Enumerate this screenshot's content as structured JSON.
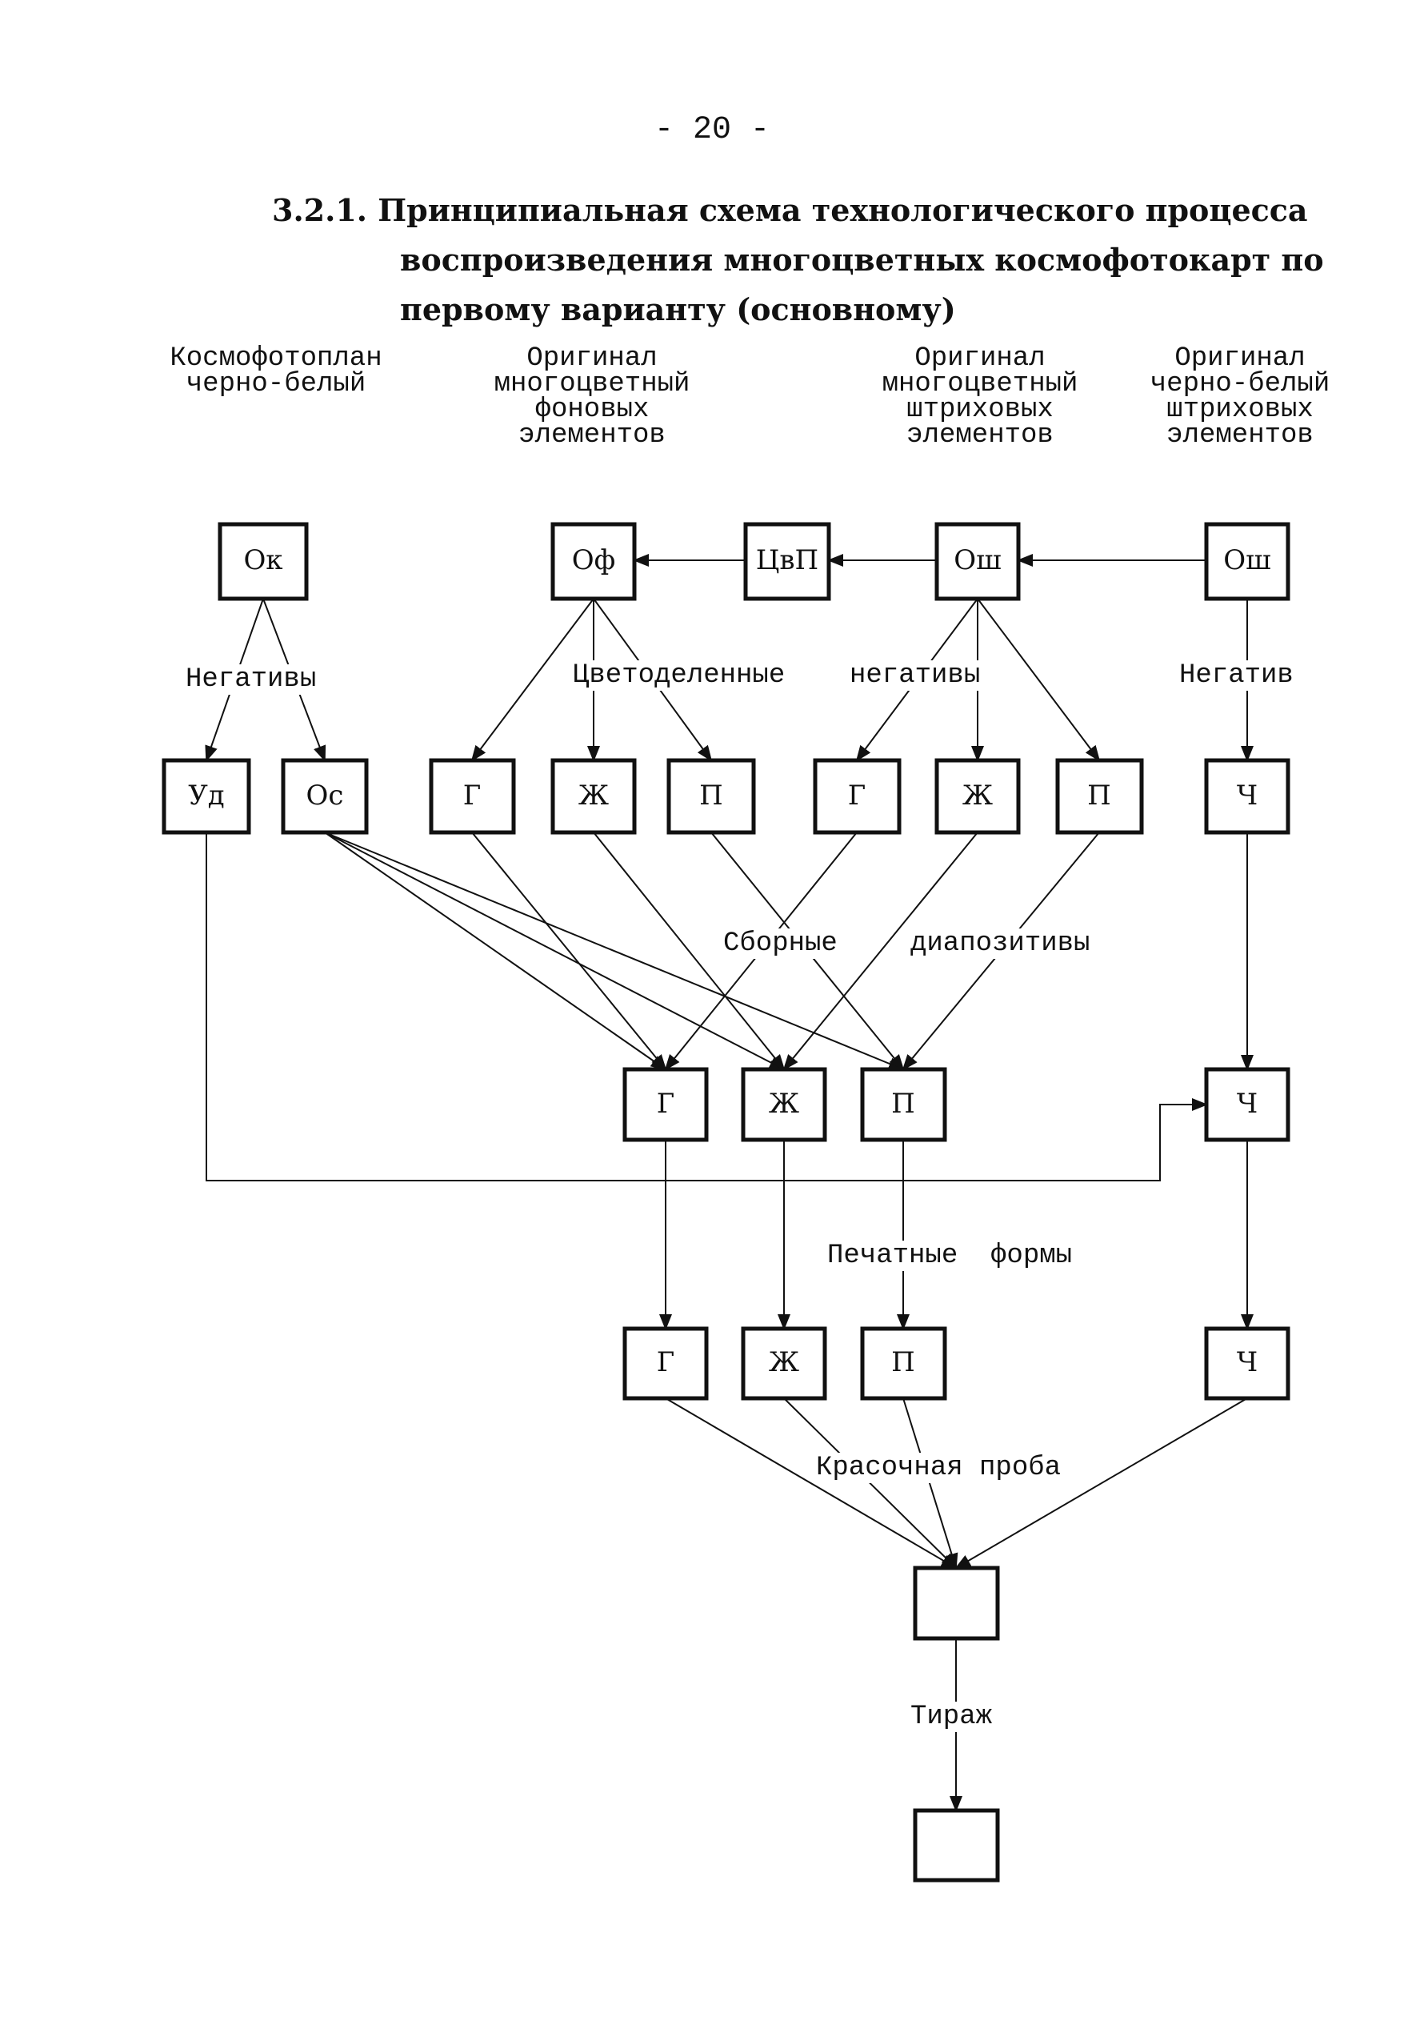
{
  "page_number": "- 20 -",
  "title": [
    "3.2.1. Принципиальная схема технологического процесса",
    "воспроизведения многоцветных космофотокарт по",
    "первому варианту (основному)"
  ],
  "headers": [
    "Космофотоплан\nчерно-белый",
    "Оригинал\nмногоцветный\nфоновых\nэлементов",
    "Оригинал\nмногоцветный\nштриховых\nэлементов",
    "Оригинал\nчерно-белый\nштриховых\nэлементов"
  ],
  "labels": {
    "negatives": "Негативы",
    "color_sep": "Цветоделенные",
    "negatives2": "негативы",
    "negative": "Негатив",
    "assembled": "Сборные",
    "diapositives": "диапозитивы",
    "plates": "Печатные  формы",
    "proof": "Красочная проба",
    "print_run": "Тираж"
  },
  "boxes": {
    "ok": "Ок",
    "of": "Оф",
    "cvp": "ЦвП",
    "osh1": "Ош",
    "osh2": "Ош",
    "ud": "Уд",
    "os": "Ос",
    "g1": "Г",
    "zh1": "Ж",
    "p1": "П",
    "g2": "Г",
    "zh2": "Ж",
    "p2": "П",
    "ch1": "Ч",
    "g3": "Г",
    "zh3": "Ж",
    "p3": "П",
    "ch2": "Ч",
    "g4": "Г",
    "zh4": "Ж",
    "p4": "П",
    "ch3": "Ч",
    "proof": "",
    "final": ""
  }
}
